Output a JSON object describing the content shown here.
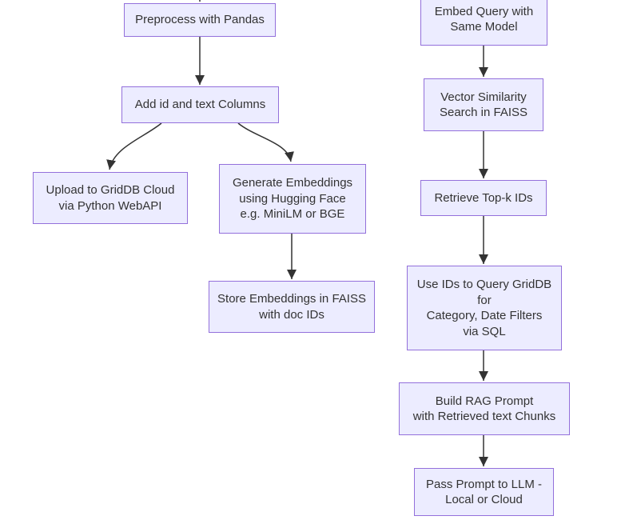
{
  "diagram": {
    "type": "flowchart",
    "colors": {
      "node_fill": "#ECECFF",
      "node_border": "#9370DB",
      "edge": "#333333",
      "text": "#333333",
      "background": "#ffffff"
    },
    "nodes": [
      {
        "id": "preprocess",
        "label": "Preprocess with Pandas"
      },
      {
        "id": "add-columns",
        "label": "Add id and text Columns"
      },
      {
        "id": "upload-griddb",
        "label": "Upload to GridDB Cloud\nvia Python WebAPI"
      },
      {
        "id": "generate-embeddings",
        "label": "Generate Embeddings\nusing Hugging Face\ne.g. MiniLM or BGE"
      },
      {
        "id": "store-faiss",
        "label": "Store Embeddings in FAISS\nwith doc IDs"
      },
      {
        "id": "embed-query",
        "label": "Embed Query with\nSame Model"
      },
      {
        "id": "vector-search",
        "label": "Vector Similarity\nSearch in FAISS"
      },
      {
        "id": "retrieve-topk",
        "label": "Retrieve Top-k IDs"
      },
      {
        "id": "query-griddb",
        "label": "Use IDs to Query GridDB\nfor\nCategory, Date Filters\nvia SQL"
      },
      {
        "id": "build-rag",
        "label": "Build RAG Prompt\nwith Retrieved text Chunks"
      },
      {
        "id": "pass-llm",
        "label": "Pass Prompt to LLM -\nLocal or Cloud"
      }
    ],
    "edges": [
      {
        "from": "above",
        "to": "preprocess"
      },
      {
        "from": "preprocess",
        "to": "add-columns"
      },
      {
        "from": "add-columns",
        "to": "upload-griddb"
      },
      {
        "from": "add-columns",
        "to": "generate-embeddings"
      },
      {
        "from": "generate-embeddings",
        "to": "store-faiss"
      },
      {
        "from": "embed-query",
        "to": "vector-search"
      },
      {
        "from": "vector-search",
        "to": "retrieve-topk"
      },
      {
        "from": "retrieve-topk",
        "to": "query-griddb"
      },
      {
        "from": "query-griddb",
        "to": "build-rag"
      },
      {
        "from": "build-rag",
        "to": "pass-llm"
      }
    ]
  }
}
